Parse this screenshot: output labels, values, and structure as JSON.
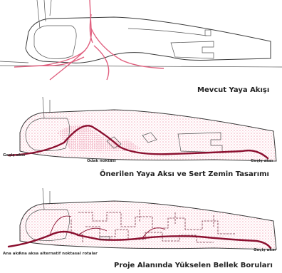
{
  "colors": {
    "background": "#ffffff",
    "outline": "#3a3a3a",
    "pink_flow": "#e0607f",
    "stipple": "#f2a7b9",
    "main_path": "#8b1030"
  },
  "panels": [
    {
      "caption": "Mevcut Yaya Akışı",
      "labels": []
    },
    {
      "caption": "Önerilen Yaya Aksı ve Sert Zemin Tasarımı",
      "labels": [
        "Geçiş aksı",
        "Odak noktası",
        "Geçiş aksı"
      ]
    },
    {
      "caption": "Proje Alanında Yükselen Bellek Boruları",
      "labels": [
        "Ana aks",
        "Ana aksa alternatif noktasal rotalar",
        "Geçiş aksı"
      ]
    }
  ]
}
